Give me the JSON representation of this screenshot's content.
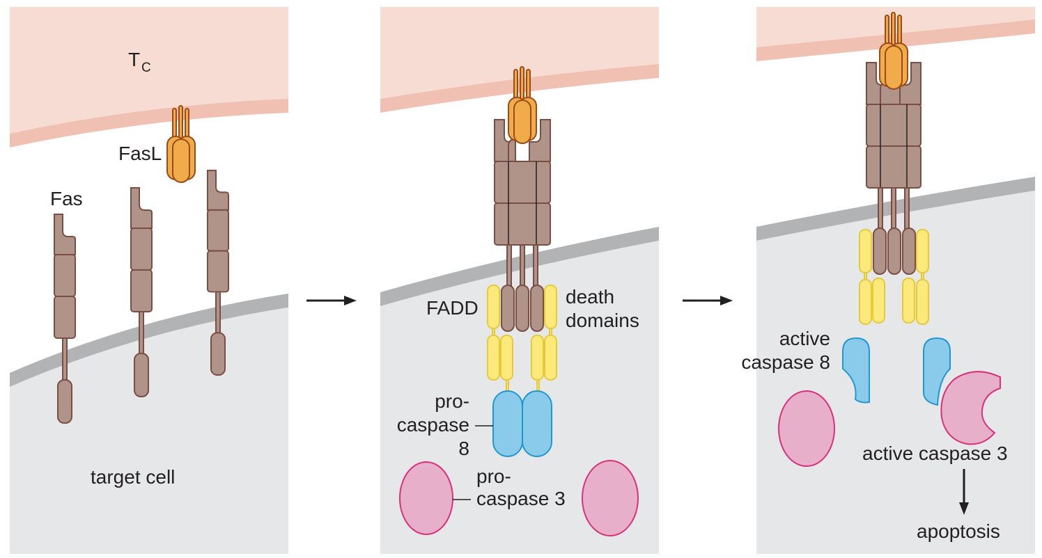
{
  "panel1": {
    "tc_label": "T",
    "tc_subscript": "C",
    "fasl_label": "FasL",
    "fas_label": "Fas",
    "target_cell_label": "target cell"
  },
  "panel2": {
    "fadd_label": "FADD",
    "death_domains_line1": "death",
    "death_domains_line2": "domains",
    "procaspase8_line1": "pro-",
    "procaspase8_line2": "caspase",
    "procaspase8_line3": "8",
    "procaspase3_line1": "pro-",
    "procaspase3_line2": "caspase 3"
  },
  "panel3": {
    "active_caspase8_line1": "active",
    "active_caspase8_line2": "caspase 8",
    "active_caspase3_label": "active caspase 3",
    "apoptosis_label": "apoptosis"
  },
  "colors": {
    "fas": "#b0948a",
    "fasl": "#f0ac4a",
    "fadd": "#fbe97b",
    "caspase8": "#8acbeb",
    "caspase3": "#e8afcb",
    "tc_cell": "#f6dcd2",
    "target_cytoplasm": "#e6e7e8",
    "membrane": "#b2b3b5"
  }
}
